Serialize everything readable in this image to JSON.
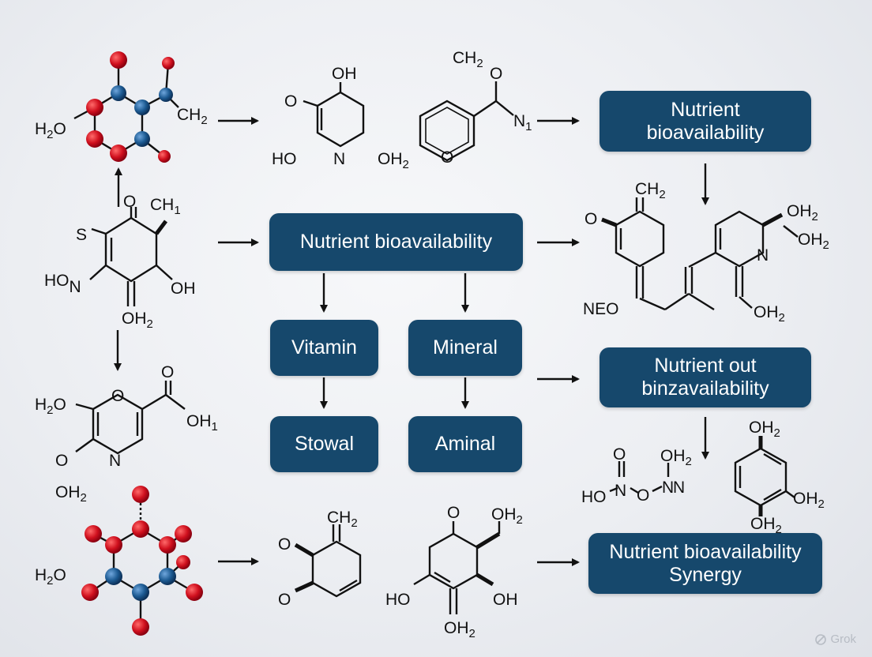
{
  "boxes": {
    "top_right": [
      "Nutrient",
      "bioavailability"
    ],
    "center": "Nutrient bioavailability",
    "vitamin": "Vitamin",
    "mineral": "Mineral",
    "stowal": "Stowal",
    "aminal": "Aminal",
    "mid_right": [
      "Nutrient out",
      "binzavailability"
    ],
    "bottom_right": [
      "Nutrient bioavailability",
      "Synergy"
    ]
  },
  "molecules": {
    "m1": {
      "left": "H",
      "left_sub": "2",
      "left_tail": "O",
      "right": "CH",
      "right_sub": "2"
    },
    "m2": {
      "top": "OH",
      "left": "O",
      "bl": "HO",
      "bn": "N",
      "br": "OH",
      "br_sub": "2"
    },
    "m3": {
      "top": "CH",
      "top_sub": "2",
      "o": "O",
      "ring_o": "O",
      "n": "N",
      "n_sub": "1"
    },
    "m4": {
      "s": "S",
      "o": "O",
      "ch": "CH",
      "ch_sub": "1",
      "hon": "HO",
      "hon_n": "N",
      "oh": "OH",
      "bottom": "OH",
      "bottom_sub": "2"
    },
    "m5": {
      "h2o": "H",
      "h2o_sub": "2",
      "h2o_tail": "O",
      "ring_o": "O",
      "o_top": "O",
      "oh": "OH",
      "oh_sub": "1",
      "o_left": "O",
      "n": "N",
      "bottom": "OH",
      "bottom_sub": "2"
    },
    "m6": {
      "h2o": "H",
      "h2o_sub": "2",
      "h2o_tail": "O"
    },
    "m7": {
      "top": "CH",
      "top_sub": "2",
      "o1": "O",
      "o2": "O"
    },
    "m8": {
      "o": "O",
      "oh_top": "OH",
      "oh_top_sub": "2",
      "ho": "HO",
      "oh": "OH",
      "bottom": "OH",
      "bottom_sub": "2"
    },
    "m9": {
      "ch2": "CH",
      "ch2_sub": "2",
      "o": "O",
      "oh2a": "OH",
      "oh2a_sub": "2",
      "oh2b": "OH",
      "oh2b_sub": "2",
      "n": "N",
      "neo": "NEO",
      "oh2c": "OH",
      "oh2c_sub": "2"
    },
    "m10": {
      "o": "O",
      "oh2": "OH",
      "oh2_sub": "2",
      "ho": "HO",
      "n1": "N",
      "o2": "O",
      "n2": "N",
      "n3": "N"
    },
    "m11": {
      "top": "OH",
      "top_sub": "2",
      "right": "OH",
      "right_sub": "2",
      "bottom": "OH",
      "bottom_sub": "2"
    }
  },
  "watermark": "Grok",
  "colors": {
    "box": "#16486c",
    "atom_red": "#d0101e",
    "atom_blue": "#1c5a92",
    "ink": "#111111"
  }
}
